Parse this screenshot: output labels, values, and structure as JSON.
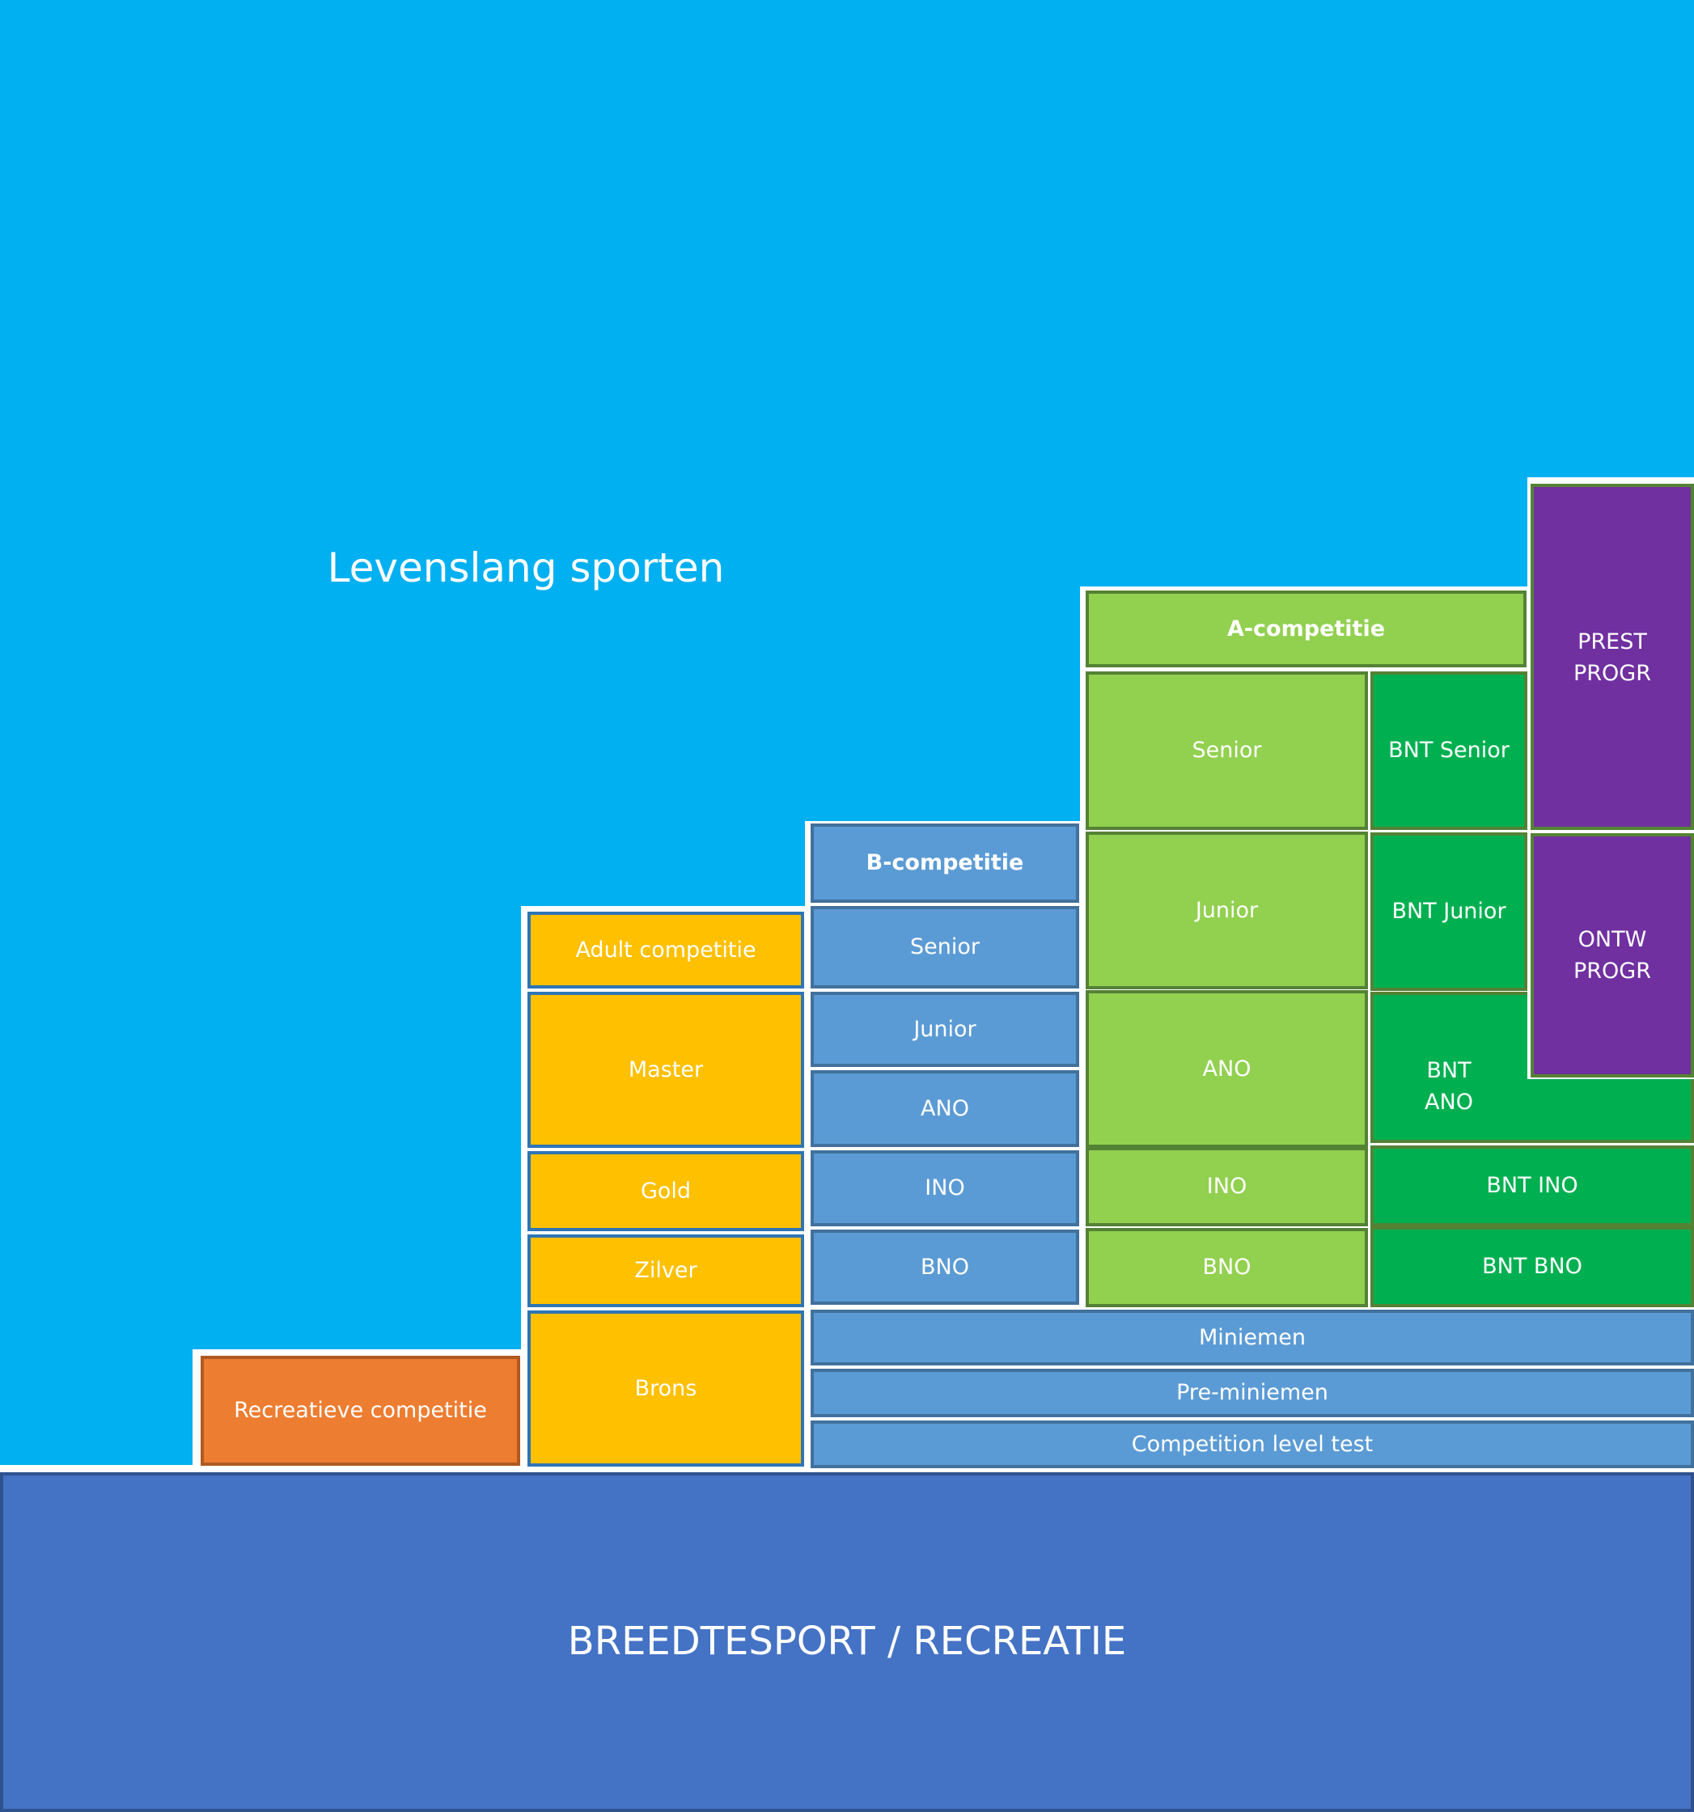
{
  "diagram": {
    "title": "Levenslang sporten",
    "foundation": "BREEDTESPORT / RECREATIE",
    "recreational": "Recreatieve competitie",
    "adult": {
      "header": "Adult competitie",
      "master": "Master",
      "gold": "Gold",
      "silver": "Zilver",
      "bronze": "Brons"
    },
    "b_competition": {
      "header": "B-competitie",
      "senior": "Senior",
      "junior": "Junior",
      "ano": "ANO",
      "ino": "INO",
      "bno": "BNO"
    },
    "shared": {
      "miniemen": "Miniemen",
      "pre_miniemen": "Pre-miniemen",
      "level_test": "Competition level test"
    },
    "a_competition": {
      "header": "A-competitie",
      "senior": "Senior",
      "junior": "Junior",
      "ano": "ANO",
      "ino": "INO",
      "bno": "BNO"
    },
    "bnt": {
      "senior": "BNT Senior",
      "junior": "BNT Junior",
      "ano": "BNT\nANO",
      "ino": "BNT INO",
      "bno": "BNT BNO"
    },
    "programs": {
      "prest": "PREST\nPROGR",
      "ontw": "ONTW\nPROGR"
    },
    "colors": {
      "background": "#00B0F0",
      "orange": "#ED7D31",
      "yellow": "#FFC000",
      "blue": "#5B9BD5",
      "light_green": "#92D050",
      "dark_green": "#00B050",
      "purple": "#7030A0",
      "foundation": "#4472C4"
    }
  }
}
